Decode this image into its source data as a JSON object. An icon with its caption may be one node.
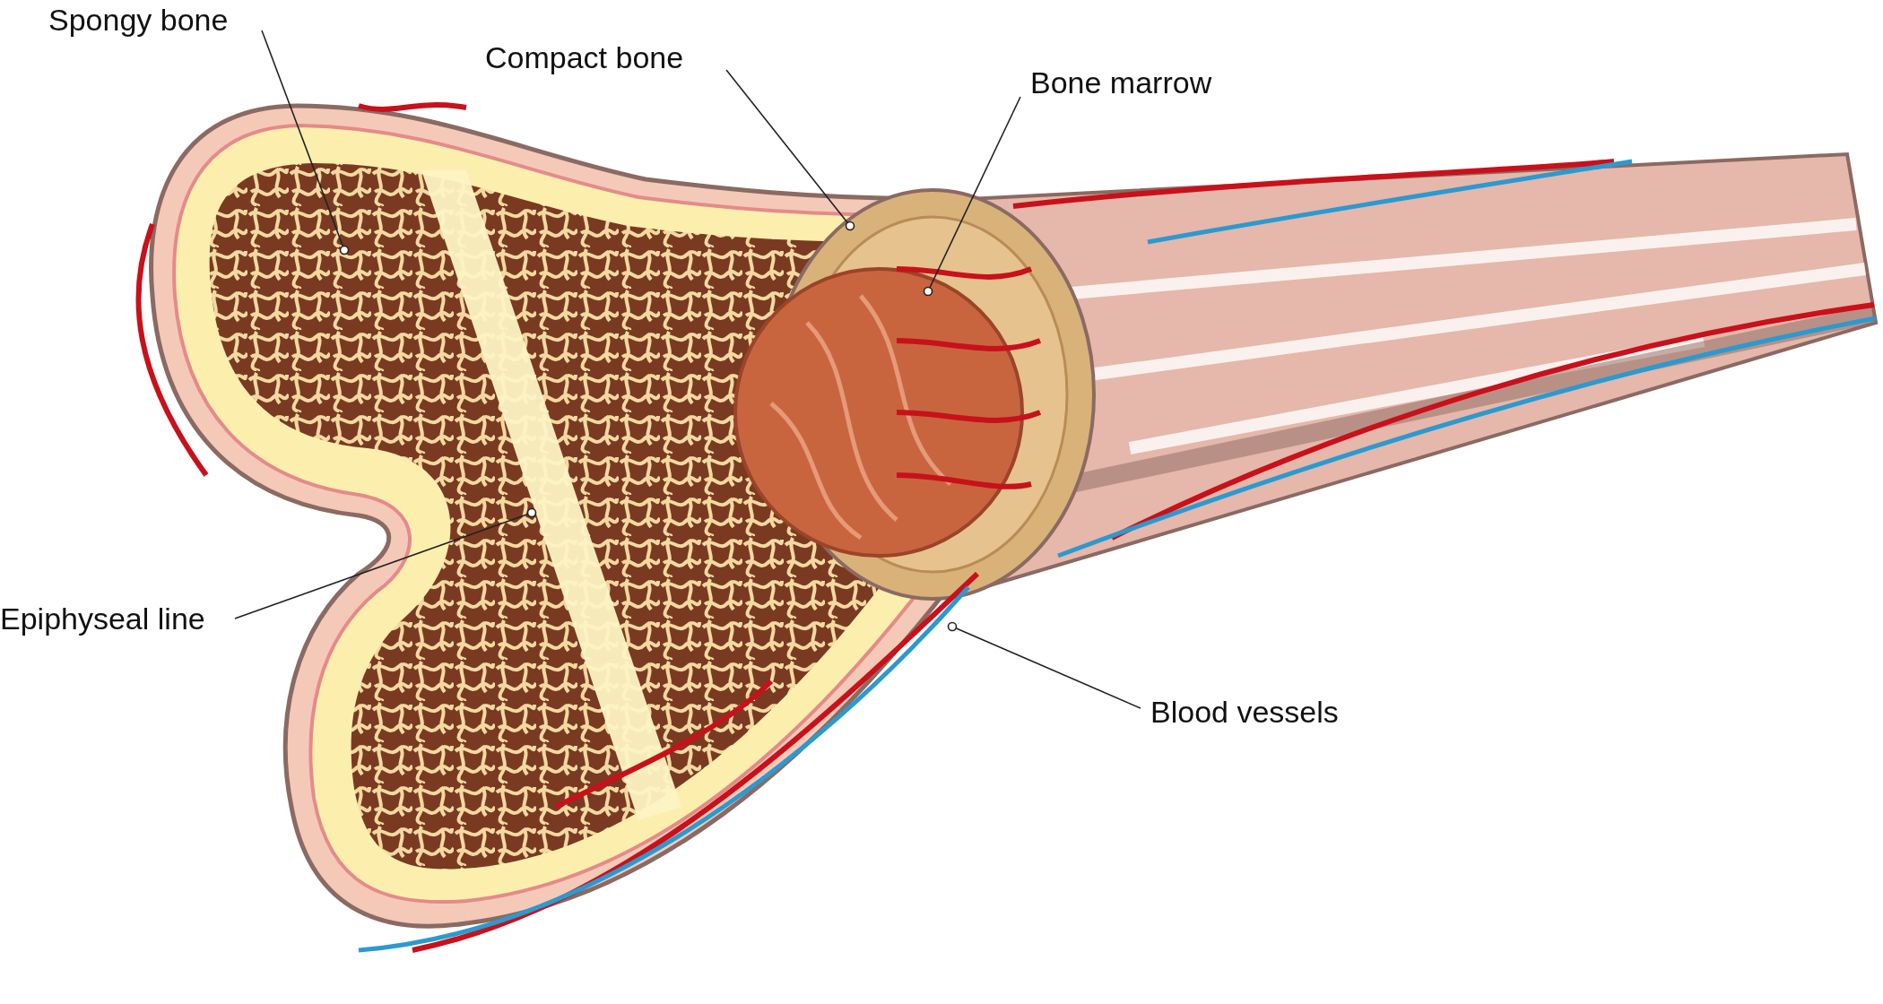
{
  "diagram": {
    "nodes": [
      {
        "text": [
          "Spongy bone"
        ]
      },
      {
        "text": [
          "Compact bone"
        ]
      },
      {
        "text": [
          "Bone marrow"
        ]
      },
      {
        "text": [
          "Epiphyseal line"
        ]
      },
      {
        "text": [
          "Blood vessels"
        ]
      }
    ],
    "edges": [
      {
        "from": 0,
        "to": null,
        "arrow": "other"
      },
      {
        "from": 1,
        "to": null,
        "arrow": "other"
      },
      {
        "from": 2,
        "to": null,
        "arrow": "other"
      },
      {
        "from": 3,
        "to": null,
        "arrow": "other"
      },
      {
        "from": 4,
        "to": null,
        "arrow": "other"
      }
    ]
  }
}
